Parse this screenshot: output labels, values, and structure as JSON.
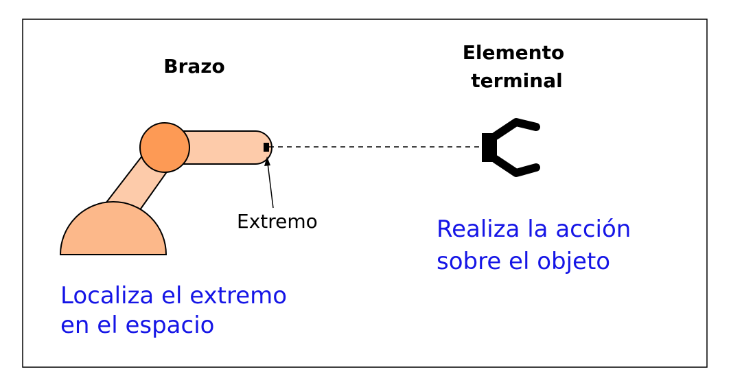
{
  "arm": {
    "title": "Brazo",
    "tip_label": "Extremo",
    "description_line1": "Localiza el extremo",
    "description_line2": "en el espacio",
    "colors": {
      "base": "#fcb88a",
      "link": "#fdcbaa",
      "joint": "#fd9a55",
      "outline": "#000000"
    }
  },
  "end_effector": {
    "title_line1": "Elemento",
    "title_line2": "terminal",
    "description_line1": "Realiza la acción",
    "description_line2": "sobre el objeto",
    "icon": "gripper-icon"
  },
  "text_color_description": "#1515e6"
}
